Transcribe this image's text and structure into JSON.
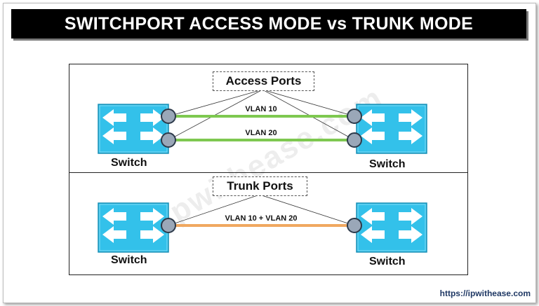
{
  "title": "SWITCHPORT ACCESS MODE vs TRUNK MODE",
  "access_section": {
    "label": "Access Ports",
    "links": [
      {
        "label": "VLAN 10",
        "color": "#7ec850"
      },
      {
        "label": "VLAN 20",
        "color": "#7ec850"
      }
    ],
    "switches": [
      {
        "caption": "Switch"
      },
      {
        "caption": "Switch"
      }
    ]
  },
  "trunk_section": {
    "label": "Trunk Ports",
    "link": {
      "label": "VLAN 10 + VLAN 20",
      "color": "#f0a860"
    },
    "switches": [
      {
        "caption": "Switch"
      },
      {
        "caption": "Switch"
      }
    ]
  },
  "colors": {
    "switch_fill": "#33c1ea",
    "switch_border": "#1a8fb5",
    "port_fill": "#9aa7b8",
    "title_bg": "#000000",
    "url_color": "#1f3864"
  },
  "icons": [
    "switch-icon",
    "port-icon"
  ],
  "watermark": "ipwithease.com",
  "footer_url": "https://ipwithease.com"
}
